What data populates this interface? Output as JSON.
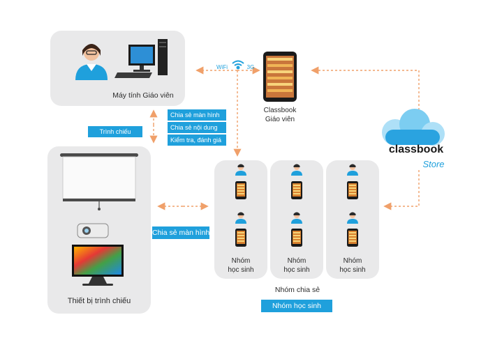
{
  "teacher_pc": {
    "label": "Máy tính Giáo viên"
  },
  "tablet_teacher": {
    "label_line1": "Classbook",
    "label_line2": "Giáo viên"
  },
  "wifi": {
    "label_left": "WiFi",
    "label_right": "3G"
  },
  "store": {
    "brand": "classbook",
    "sub": "Store"
  },
  "projection": {
    "label": "Thiết bị trình chiếu"
  },
  "tags": {
    "present": "Trình chiếu",
    "share_screen_top": "Chia sẻ màn hình",
    "share_content": "Chia sẻ nội dung",
    "test": "Kiểm tra, đánh giá",
    "share_screen_mid": "Chia sẻ màn hình",
    "group_student": "Nhóm học sinh"
  },
  "groups": [
    {
      "line1": "Nhóm",
      "line2": "học sinh"
    },
    {
      "line1": "Nhóm",
      "line2": "học sinh"
    },
    {
      "line1": "Nhóm",
      "line2": "học sinh"
    }
  ],
  "share_group": {
    "label": "Nhóm chia sẻ"
  },
  "colors": {
    "accent": "#1fa0dc",
    "arrow": "#f0a06a",
    "panel": "#e9e9ea",
    "cloud": "#2aa3e0"
  }
}
